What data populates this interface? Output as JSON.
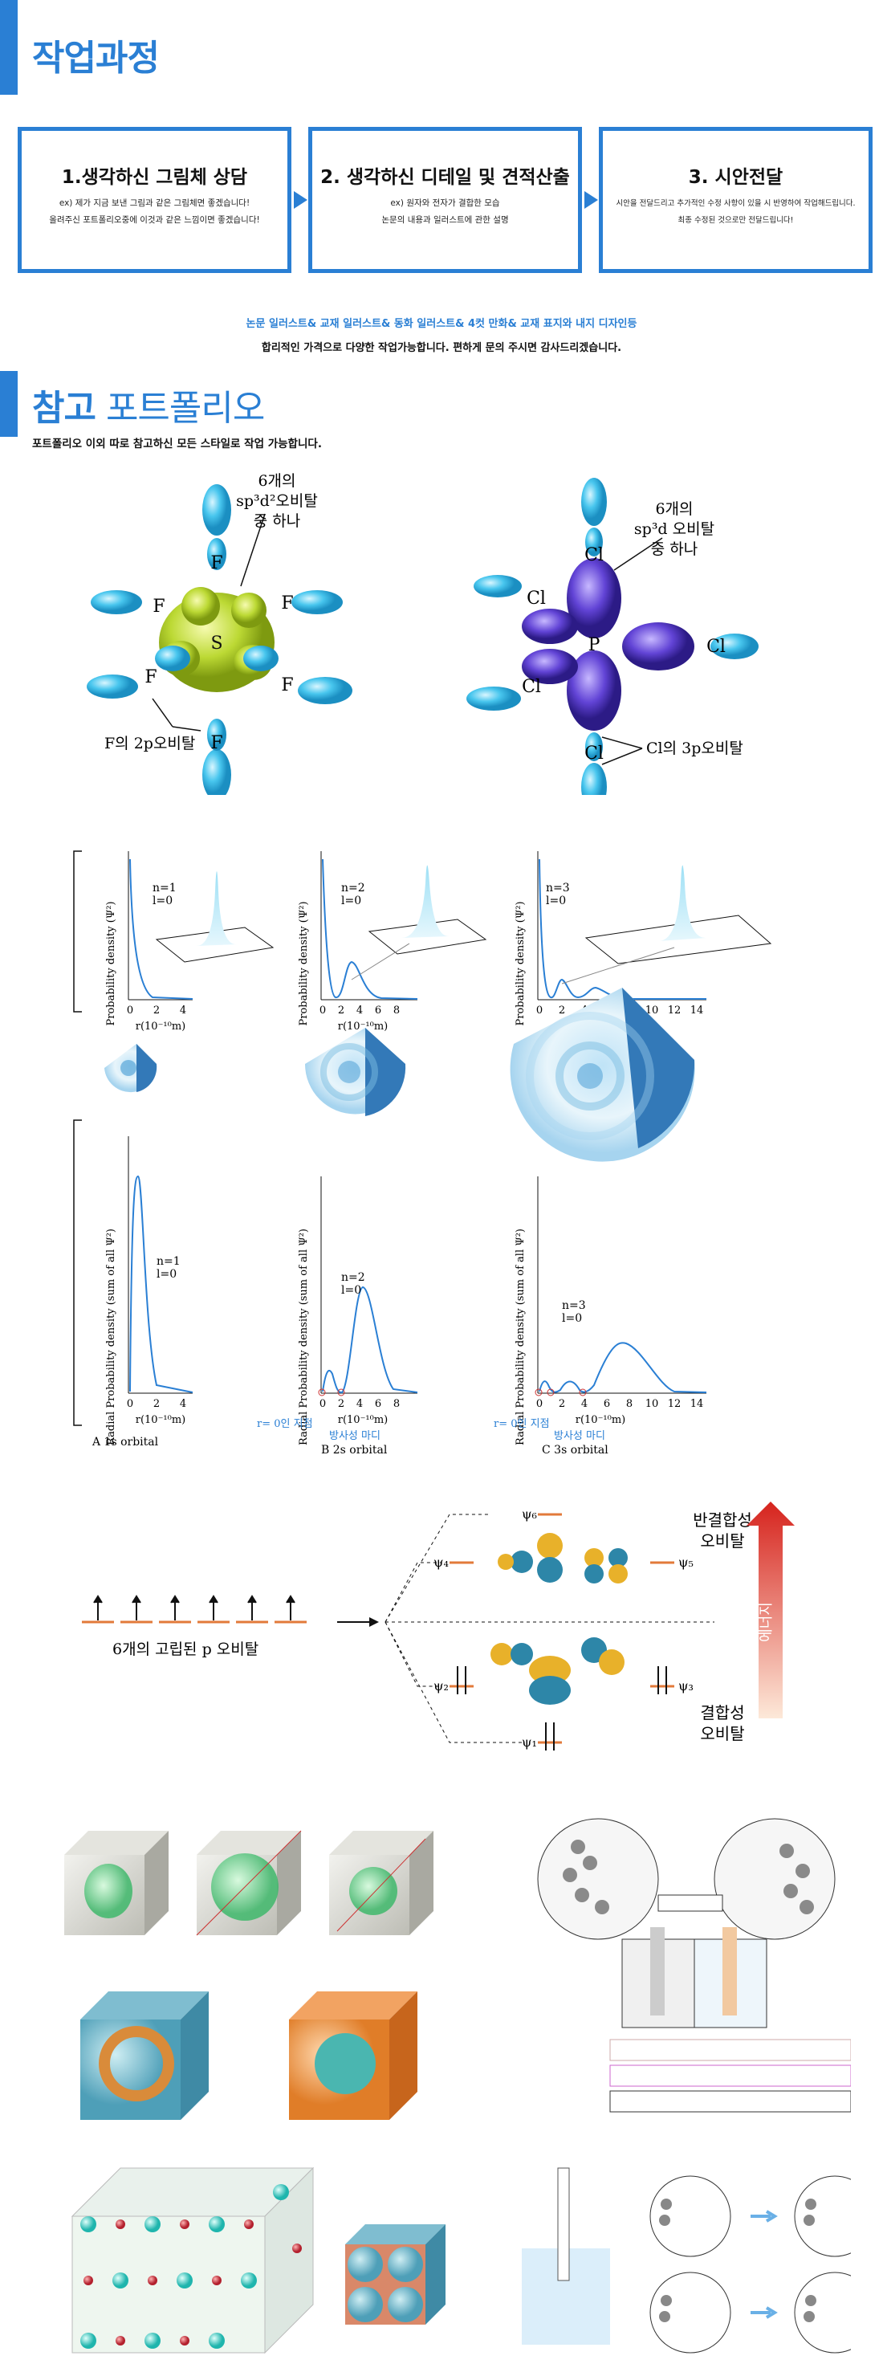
{
  "section1": {
    "title": "작업과정"
  },
  "steps": [
    {
      "title": "1.생각하신 그림체 상담",
      "lines": [
        "ex) 제가 지금 보낸 그림과 같은 그림체면 좋겠습니다!",
        "올려주신 포트폴리오중에 이것과 같은 느낌이면 좋겠습니다!"
      ]
    },
    {
      "title": "2. 생각하신 디테일 및 견적산출",
      "lines": [
        "ex) 원자와 전자가 결합한 모습",
        "논문의 내용과 일러스트에 관한 설명"
      ]
    },
    {
      "title": "3. 시안전달",
      "lines": [
        "시안을 전달드리고 추가적인 수정 사항이 있을 시 반영하여 작업해드립니다.",
        "최종 수정된 것으로만 전달드립니다!"
      ]
    }
  ],
  "services": "논문 일러스트& 교재 일러스트& 동화 일러스트& 4컷 만화& 교재 표지와 내지 디자인등",
  "notice": "합리적인 가격으로 다양한 작업가능합니다. 편하게 문의 주시면 감사드리겠습니다.",
  "section2": {
    "title_bold": "참고",
    "title_rest": " 포트폴리오",
    "subtitle": "포트폴리오 이외 따로 참고하신 모든 스타일로 작업 가능합니다."
  },
  "mol1": {
    "center": "S",
    "ligand": "F",
    "label1": "6개의",
    "label2": "sp³d²오비탈",
    "label3": "중 하나",
    "label4": "F의 2p오비탈"
  },
  "mol2": {
    "center": "P",
    "ligand": "Cl",
    "label1": "6개의",
    "label2": "sp³d 오비탈",
    "label3": "중 하나",
    "label4": "Cl의 3p오비탈"
  },
  "plots": {
    "ylabel_top": "Probability density (Ψ²)",
    "ylabel_bottom": "Radial Probability density (sum of all Ψ²)",
    "xlabel": "r(10⁻¹⁰m)",
    "n1": "n=1",
    "l0": "l=0",
    "n2": "n=2",
    "n3": "n=3",
    "ticks_a": [
      "0",
      "2",
      "4"
    ],
    "ticks_b": [
      "0",
      "2",
      "4",
      "6",
      "8"
    ],
    "ticks_c": [
      "0",
      "2",
      "4",
      "6",
      "8",
      "10",
      "12",
      "14"
    ],
    "node_zero": "r= 0인 지점",
    "node_radial": "방사성 마디",
    "cap_a": "A   1s orbital",
    "cap_b": "B   2s orbital",
    "cap_c": "C   3s orbital"
  },
  "mo": {
    "left_label": "6개의 고립된 p 오비탈",
    "psi6": "ψ₆",
    "psi5": "ψ₅",
    "psi4": "ψ₄",
    "psi3": "ψ₃",
    "psi2": "ψ₂",
    "psi1": "ψ₁",
    "anti1": "반결합성",
    "anti2": "오비탈",
    "bond1": "결합성",
    "bond2": "오비탈",
    "energy": "에너지"
  },
  "colors": {
    "accent": "#2a7fd4",
    "orbital_blue": "#39bde8",
    "orbital_green": "#b5d22a",
    "orbital_purple": "#5b3dc9",
    "orange": "#e27a3a"
  }
}
